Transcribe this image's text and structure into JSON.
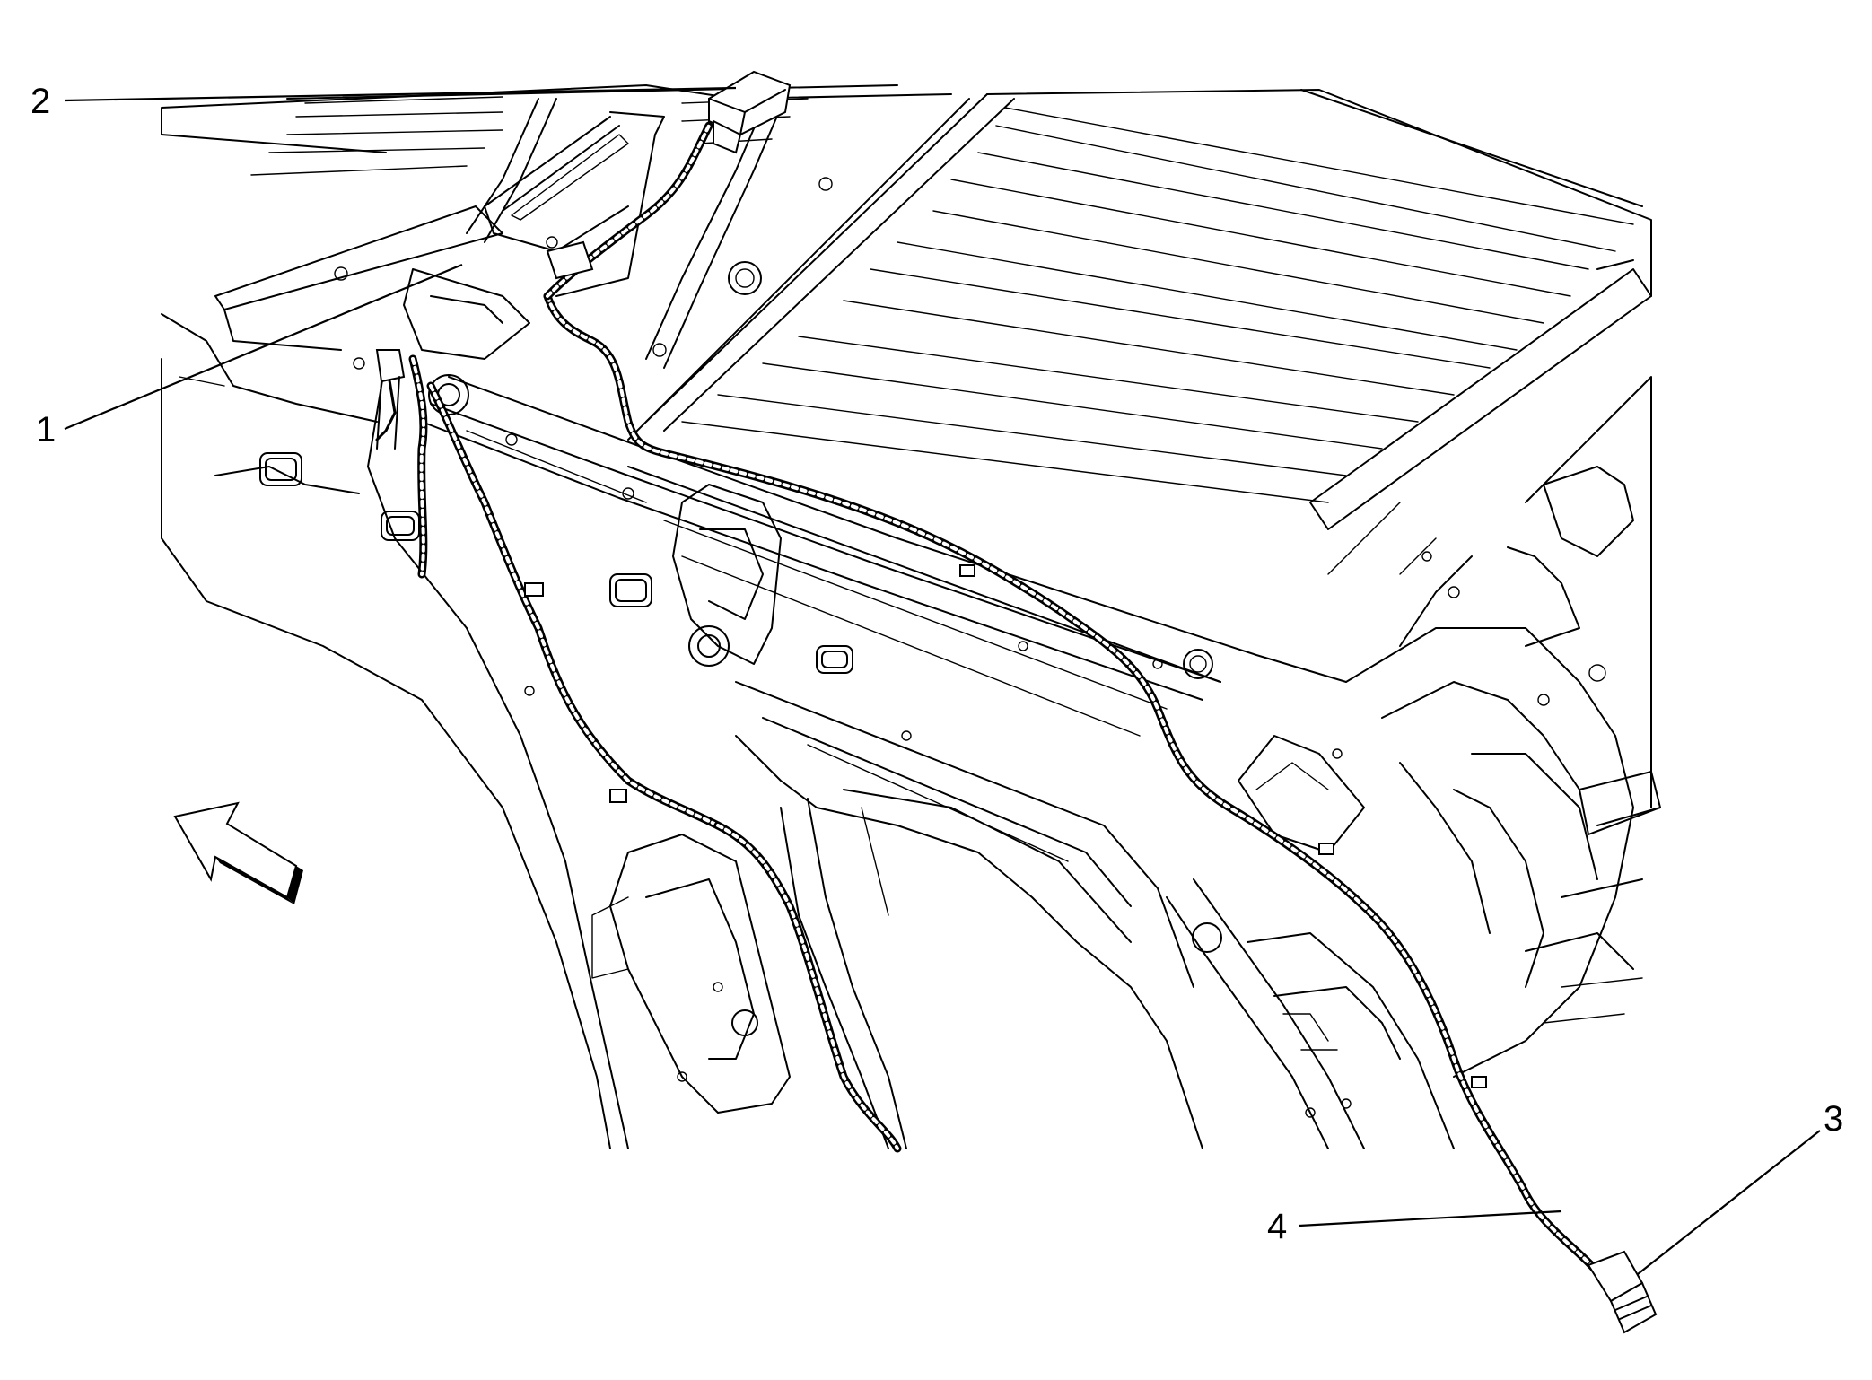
{
  "callouts": [
    {
      "id": "1",
      "label": "1"
    },
    {
      "id": "2",
      "label": "2"
    },
    {
      "id": "3",
      "label": "3"
    },
    {
      "id": "4",
      "label": "4"
    }
  ],
  "icons": {
    "direction_arrow": "arrow-forward-icon"
  },
  "colors": {
    "ink": "#000000",
    "paper": "#ffffff"
  }
}
